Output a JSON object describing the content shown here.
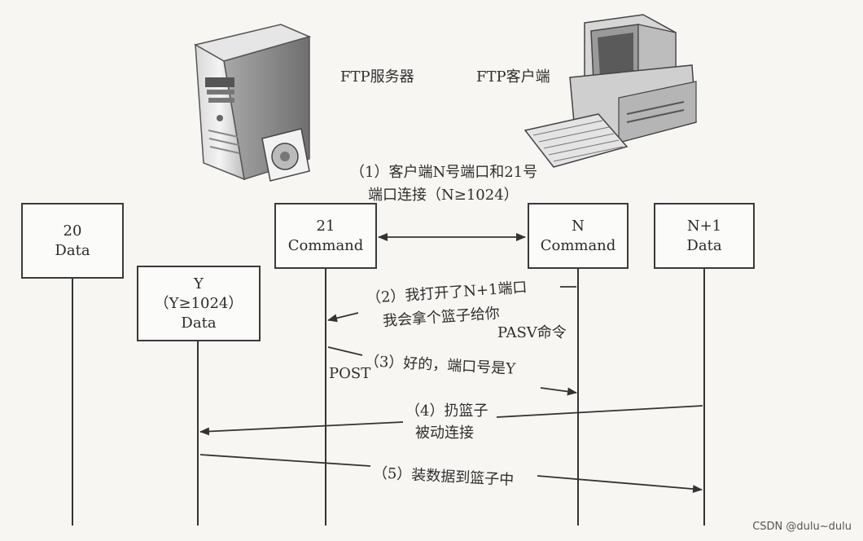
{
  "server": {
    "label": "FTP服务器"
  },
  "client": {
    "label": "FTP客户端"
  },
  "boxes": {
    "port20": {
      "num": "20",
      "kind": "Data"
    },
    "port21": {
      "num": "21",
      "kind": "Command"
    },
    "portN": {
      "num": "N",
      "kind": "Command"
    },
    "portN1": {
      "num": "N+1",
      "kind": "Data"
    },
    "portY": {
      "num": "Y",
      "range": "（Y≥1024）",
      "kind": "Data"
    }
  },
  "steps": {
    "s1_line1": "（1）客户端N号端口和21号",
    "s1_line2": "端口连接（N≥1024）",
    "s2_line1": "（2）我打开了N+1端口",
    "s2_line2": "我会拿个篮子给你",
    "pasv": "PASV命令",
    "post": "POST",
    "s3": "（3）好的，端口号是Y",
    "s4_line1": "（4）扔篮子",
    "s4_line2": "被动连接",
    "s5": "（5）装数据到篮子中"
  },
  "watermark": "CSDN @dulu~dulu"
}
